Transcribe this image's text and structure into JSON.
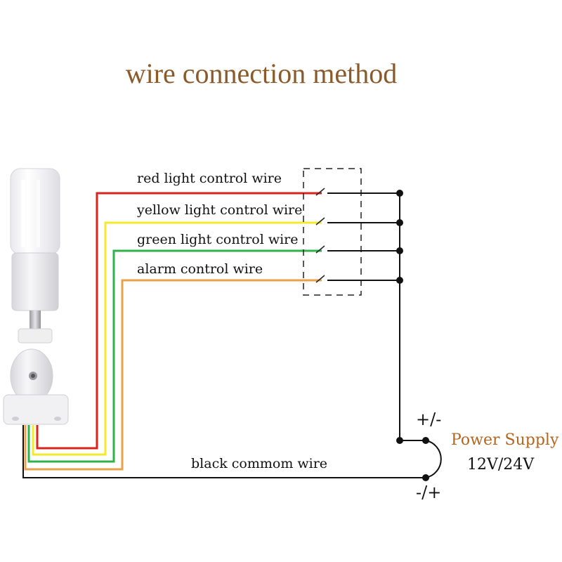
{
  "title": "wire connection method",
  "wires": {
    "red_label": "red light control wire",
    "yellow_label": "yellow light control wire",
    "green_label": "green light control wire",
    "alarm_label": "alarm control wire",
    "common_label": "black commom wire"
  },
  "power": {
    "label": "Power Supply",
    "voltage": "12V/24V",
    "top_terminal": "+/-",
    "bottom_terminal": "-/+"
  },
  "colors": {
    "title": "#8b5a2b",
    "power_label": "#b5651d",
    "red": "#d9241c",
    "yellow": "#f2ea2a",
    "green": "#2fb34a",
    "orange": "#e8a24a",
    "black": "#111111"
  }
}
